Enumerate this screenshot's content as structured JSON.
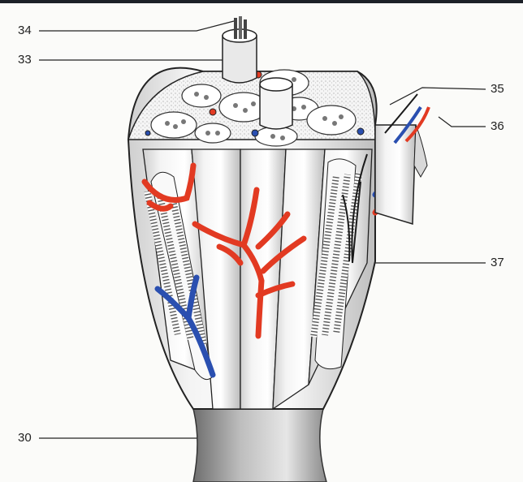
{
  "labels": {
    "l34": "34",
    "l33": "33",
    "l35": "35",
    "l36": "36",
    "l37": "37",
    "l30": "30"
  },
  "colors": {
    "artery": "#e23a22",
    "vein": "#2a4fb0",
    "nerve": "#1a1a1a",
    "tissue": "#ffffff",
    "shade": "#c9c9c9",
    "background": "#1c2128"
  }
}
